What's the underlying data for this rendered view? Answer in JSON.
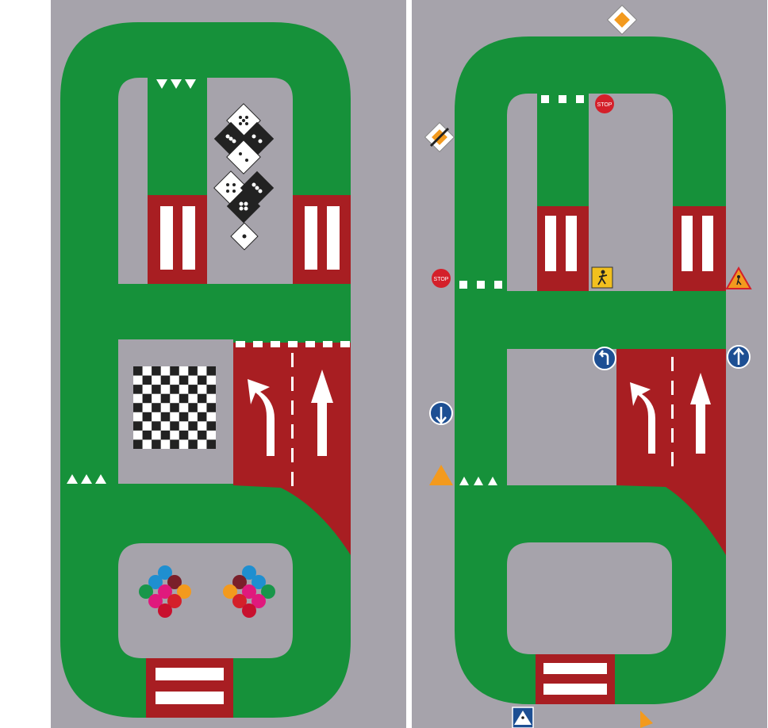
{
  "title": "",
  "colors": {
    "background": "#a6a3ab",
    "track": "#16913a",
    "lane": "#a81e22",
    "crossing_stripe": "#ffffff",
    "sign_blue": "#1d4f93",
    "sign_red": "#d4202a",
    "sign_orange": "#f39a1e",
    "sign_yellow": "#f2c01e"
  },
  "left_panel": {
    "games": [
      "dice-hopscotch",
      "checkerboard",
      "twister-dots"
    ],
    "twister_dot_colors": [
      "#1f8fd0",
      "#7a1f2a",
      "#19964a",
      "#e0197d",
      "#f39a1e",
      "#d4202a",
      "#c8102e"
    ]
  },
  "right_panel": {
    "signs": {
      "stop_top": "STOP",
      "stop_left": "STOP"
    },
    "sign_icons": [
      "priority-road-icon",
      "end-of-priority-icon",
      "stop-sign-icon",
      "pedestrian-crossing-icon",
      "pedestrian-warning-icon",
      "turn-left-icon",
      "straight-ahead-icon",
      "warning-triangle-icon",
      "crosswalk-sign-icon"
    ]
  }
}
